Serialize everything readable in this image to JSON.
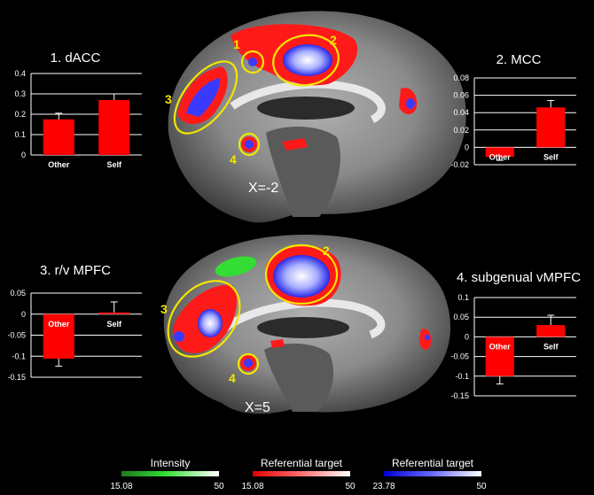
{
  "figure": {
    "panels": [
      {
        "slice_label": "X=-2"
      },
      {
        "slice_label": "X=5"
      }
    ],
    "colorbars": [
      {
        "title": "Intensity",
        "min": "15.08",
        "max": "50",
        "color_low": "#1e7a1e",
        "color_high": "#ffffff"
      },
      {
        "title": "Referential target",
        "min": "15.08",
        "max": "50",
        "color_low": "#e00000",
        "color_high": "#ffffff"
      },
      {
        "title": "Referential target",
        "min": "23.78",
        "max": "50",
        "color_low": "#0000d0",
        "color_high": "#ffffff"
      }
    ],
    "colors": {
      "bar": "#ff0000",
      "ellipse": "#f2e600",
      "activation_red": "#ff1a1a",
      "activation_blue": "#3a3aff",
      "activation_green": "#33dd33"
    }
  },
  "chart_data": [
    {
      "type": "bar",
      "title": "1. dACC",
      "categories": [
        "Other",
        "Self"
      ],
      "values": [
        0.175,
        0.27
      ],
      "errors": [
        0.03,
        0.03
      ],
      "ylim": [
        0,
        0.4
      ],
      "yticks": [
        "0",
        "0.1",
        "0.2",
        "0.3",
        "0.4"
      ],
      "grid": true
    },
    {
      "type": "bar",
      "title": "2. MCC",
      "categories": [
        "Other",
        "Self"
      ],
      "values": [
        -0.011,
        0.046
      ],
      "errors": [
        0.004,
        0.008
      ],
      "ylim": [
        -0.02,
        0.08
      ],
      "yticks": [
        "-0.02",
        "0",
        "0.02",
        "0.04",
        "0.06",
        "0.08"
      ],
      "grid": true
    },
    {
      "type": "bar",
      "title": "3. r/v MPFC",
      "categories": [
        "Other",
        "Self"
      ],
      "values": [
        -0.106,
        0.004
      ],
      "errors": [
        0.018,
        0.025
      ],
      "ylim": [
        -0.15,
        0.05
      ],
      "yticks": [
        "-0.15",
        "-0.1",
        "-0.05",
        "0",
        "0.05"
      ],
      "grid": true
    },
    {
      "type": "bar",
      "title": "4. subgenual vMPFC",
      "categories": [
        "Other",
        "Self"
      ],
      "values": [
        -0.1,
        0.03
      ],
      "errors": [
        0.02,
        0.025
      ],
      "ylim": [
        -0.15,
        0.1
      ],
      "yticks": [
        "-0.15",
        "-0.1",
        "-0.05",
        "0",
        "0.05",
        "0.1"
      ],
      "grid": true
    }
  ],
  "rois": [
    {
      "label": "1"
    },
    {
      "label": "2"
    },
    {
      "label": "3"
    },
    {
      "label": "4"
    },
    {
      "label": "2"
    },
    {
      "label": "3"
    },
    {
      "label": "4"
    }
  ]
}
